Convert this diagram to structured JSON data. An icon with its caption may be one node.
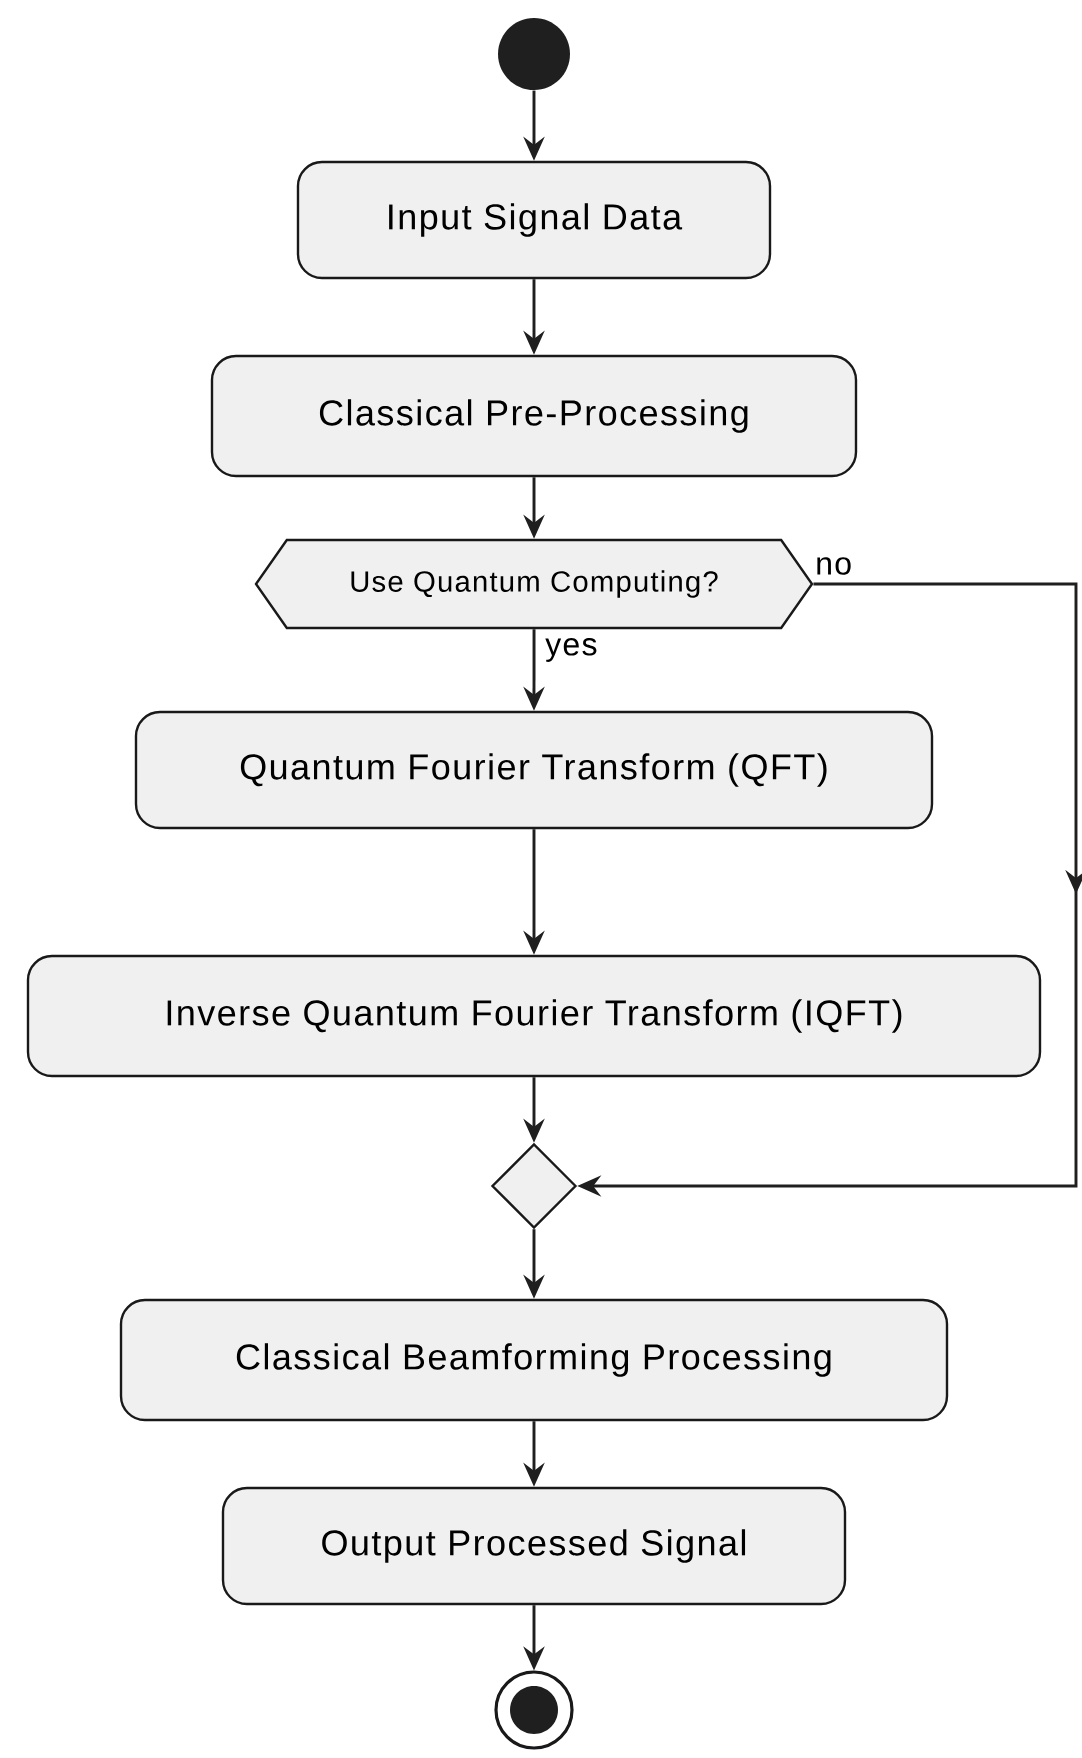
{
  "diagram": {
    "nodes": [
      {
        "text": [],
        "shape": "circle"
      },
      {
        "text": [
          "Input Signal Data"
        ]
      },
      {
        "text": [
          "Classical Pre-Processing"
        ]
      },
      {
        "text": [
          "Use Quantum Computing?"
        ]
      },
      {
        "text": [
          "Quantum Fourier Transform (QFT)"
        ]
      },
      {
        "text": [
          "Inverse Quantum Fourier Transform (IQFT)"
        ]
      },
      {
        "text": [],
        "shape": "diamond"
      },
      {
        "text": [
          "Classical Beamforming Processing"
        ]
      },
      {
        "text": [
          "Output Processed Signal"
        ]
      },
      {
        "text": [],
        "shape": "circle"
      }
    ],
    "edges": [
      {
        "from": 0,
        "to": 1,
        "arrow": "to"
      },
      {
        "from": 1,
        "to": 2,
        "arrow": "to"
      },
      {
        "from": 2,
        "to": 3,
        "arrow": "to"
      },
      {
        "from": 3,
        "to": 4,
        "arrow": "to",
        "label": "yes"
      },
      {
        "from": 3,
        "to": 6,
        "arrow": "to",
        "label": "no"
      },
      {
        "from": 4,
        "to": 5,
        "arrow": "to"
      },
      {
        "from": 5,
        "to": 6,
        "arrow": "to"
      },
      {
        "from": 6,
        "to": 7,
        "arrow": "to"
      },
      {
        "from": 7,
        "to": 8,
        "arrow": "to"
      },
      {
        "from": 8,
        "to": 9,
        "arrow": "to"
      }
    ]
  }
}
